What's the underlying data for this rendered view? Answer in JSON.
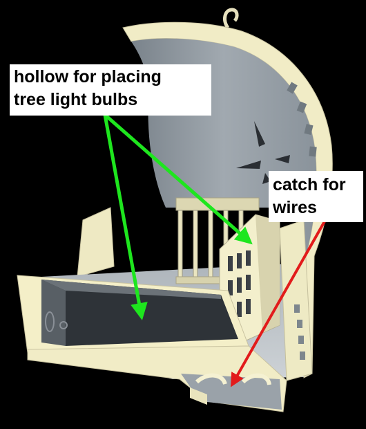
{
  "labels": {
    "hollow": {
      "lines": [
        "hollow for placing",
        "tree light bulbs"
      ],
      "arrow_color": "#1ee61e"
    },
    "catch": {
      "lines": [
        "catch for",
        "wires"
      ],
      "arrow_color": "#e21b1b"
    }
  },
  "colors": {
    "background": "#000000",
    "rim": "#f4efc8",
    "wall": "#8c959d",
    "cavity": "#2e3338"
  }
}
